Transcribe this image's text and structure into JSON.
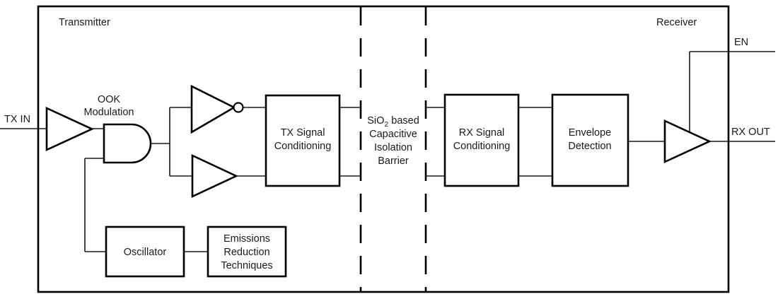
{
  "figure": {
    "type": "block-diagram",
    "title_visible": false,
    "background_color": "#ffffff",
    "line_color": "#000000",
    "text_color": "#1a1a1a"
  },
  "sections": {
    "transmitter_label": "Transmitter",
    "receiver_label": "Receiver"
  },
  "ports": {
    "tx_in": "TX IN",
    "rx_out": "RX OUT",
    "en": "EN"
  },
  "annotations": {
    "ook_modulation_line1": "OOK",
    "ook_modulation_line2": "Modulation"
  },
  "barrier": {
    "line1_prefix": "SiO",
    "line1_subscript": "2",
    "line1_suffix": " based",
    "line2": "Capacitive",
    "line3": "Isolation",
    "line4": "Barrier"
  },
  "blocks": [
    {
      "id": "tx-signal-conditioning",
      "line1": "TX Signal",
      "line2": "Conditioning"
    },
    {
      "id": "rx-signal-conditioning",
      "line1": "RX Signal",
      "line2": "Conditioning"
    },
    {
      "id": "envelope-detection",
      "line1": "Envelope",
      "line2": "Detection"
    },
    {
      "id": "oscillator",
      "line1": "Oscillator",
      "line2": ""
    },
    {
      "id": "emissions-reduction",
      "line1": "Emissions",
      "line2": "Reduction",
      "line3": "Techniques"
    }
  ],
  "gates": {
    "input_buffer": "input-buffer",
    "and_gate": "and-gate",
    "inverting_buffer": "inverting-buffer",
    "non_inverting_buffer": "non-inverting-buffer",
    "output_buffer": "output-buffer"
  }
}
